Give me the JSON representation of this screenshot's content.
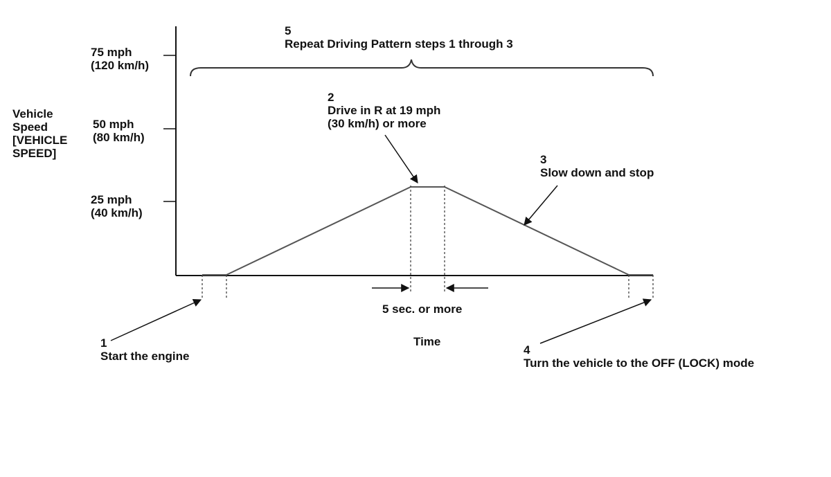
{
  "y_axis": {
    "title_lines": [
      "Vehicle",
      "Speed",
      "[VEHICLE",
      "SPEED]"
    ],
    "ticks": [
      {
        "mph": "75 mph",
        "kmh": "(120 km/h)"
      },
      {
        "mph": "50 mph",
        "kmh": "(80 km/h)"
      },
      {
        "mph": "25 mph",
        "kmh": "(40 km/h)"
      }
    ]
  },
  "x_axis": {
    "title": "Time"
  },
  "hold_duration": "5 sec. or more",
  "steps": [
    {
      "number": "1",
      "text_lines": [
        "Start the engine"
      ]
    },
    {
      "number": "2",
      "text_lines": [
        "Drive in R at 19 mph",
        "(30 km/h) or more"
      ]
    },
    {
      "number": "3",
      "text_lines": [
        "Slow down and stop"
      ]
    },
    {
      "number": "4",
      "text_lines": [
        "Turn the vehicle to the OFF (LOCK) mode"
      ]
    },
    {
      "number": "5",
      "text_lines": [
        "Repeat Driving Pattern steps 1 through 3"
      ]
    }
  ],
  "colors": {
    "ink": "#111111",
    "trace": "#555555"
  }
}
